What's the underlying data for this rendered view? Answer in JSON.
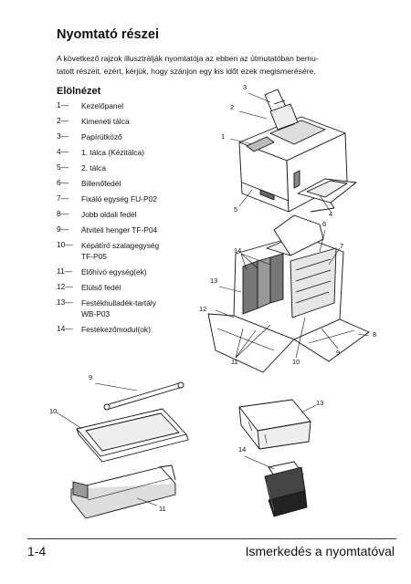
{
  "heading": "Nyomtató részei",
  "intro_line1": "A következő rajzok illusztrálják nyomtatója az ebben az útmutatóban bemu-",
  "intro_line2": "tatott részeit, ezért, kérjük, hogy szánjon egy kis időt ezek megismerésére.",
  "subheading": "Elölnézet",
  "legend": [
    {
      "num": "1—",
      "label": "Kezelőpanel"
    },
    {
      "num": "2—",
      "label": "Kimeneti tálca"
    },
    {
      "num": "3—",
      "label": "Papírütköző"
    },
    {
      "num": "4—",
      "label": "1. tálca (Kézitálca)"
    },
    {
      "num": "5—",
      "label": "2. tálca"
    },
    {
      "num": "6—",
      "label": "Billenőfedél"
    },
    {
      "num": "7—",
      "label": "Fixáló egység FU-P02"
    },
    {
      "num": "8—",
      "label": "Jobb oldali fedél"
    },
    {
      "num": "9—",
      "label": "Átviteli henger TF-P04"
    },
    {
      "num": "10—",
      "label": "Képátíró szalagegység",
      "label2": "TF-P05"
    },
    {
      "num": "11—",
      "label": "Előhívó egység(ek)"
    },
    {
      "num": "12—",
      "label": "Elülső fedél"
    },
    {
      "num": "13—",
      "label": "Festékhulladék-tartály",
      "label2": "WB-P03"
    },
    {
      "num": "14—",
      "label": "Festékezőmodul(ok)"
    }
  ],
  "callouts": {
    "c1": "1",
    "c2": "2",
    "c3": "3",
    "c4": "4",
    "c5": "5",
    "c6": "6",
    "c7": "7",
    "c8": "8",
    "c9": "9",
    "c10": "10",
    "c11": "11",
    "c12": "12",
    "c13": "13",
    "c14": "14",
    "c9b": "9",
    "c10b": "10",
    "c11b": "11",
    "c13b": "13",
    "c14b": "14"
  },
  "footer": {
    "page": "1-4",
    "chapter": "Ismerkedés a nyomtatóval"
  }
}
